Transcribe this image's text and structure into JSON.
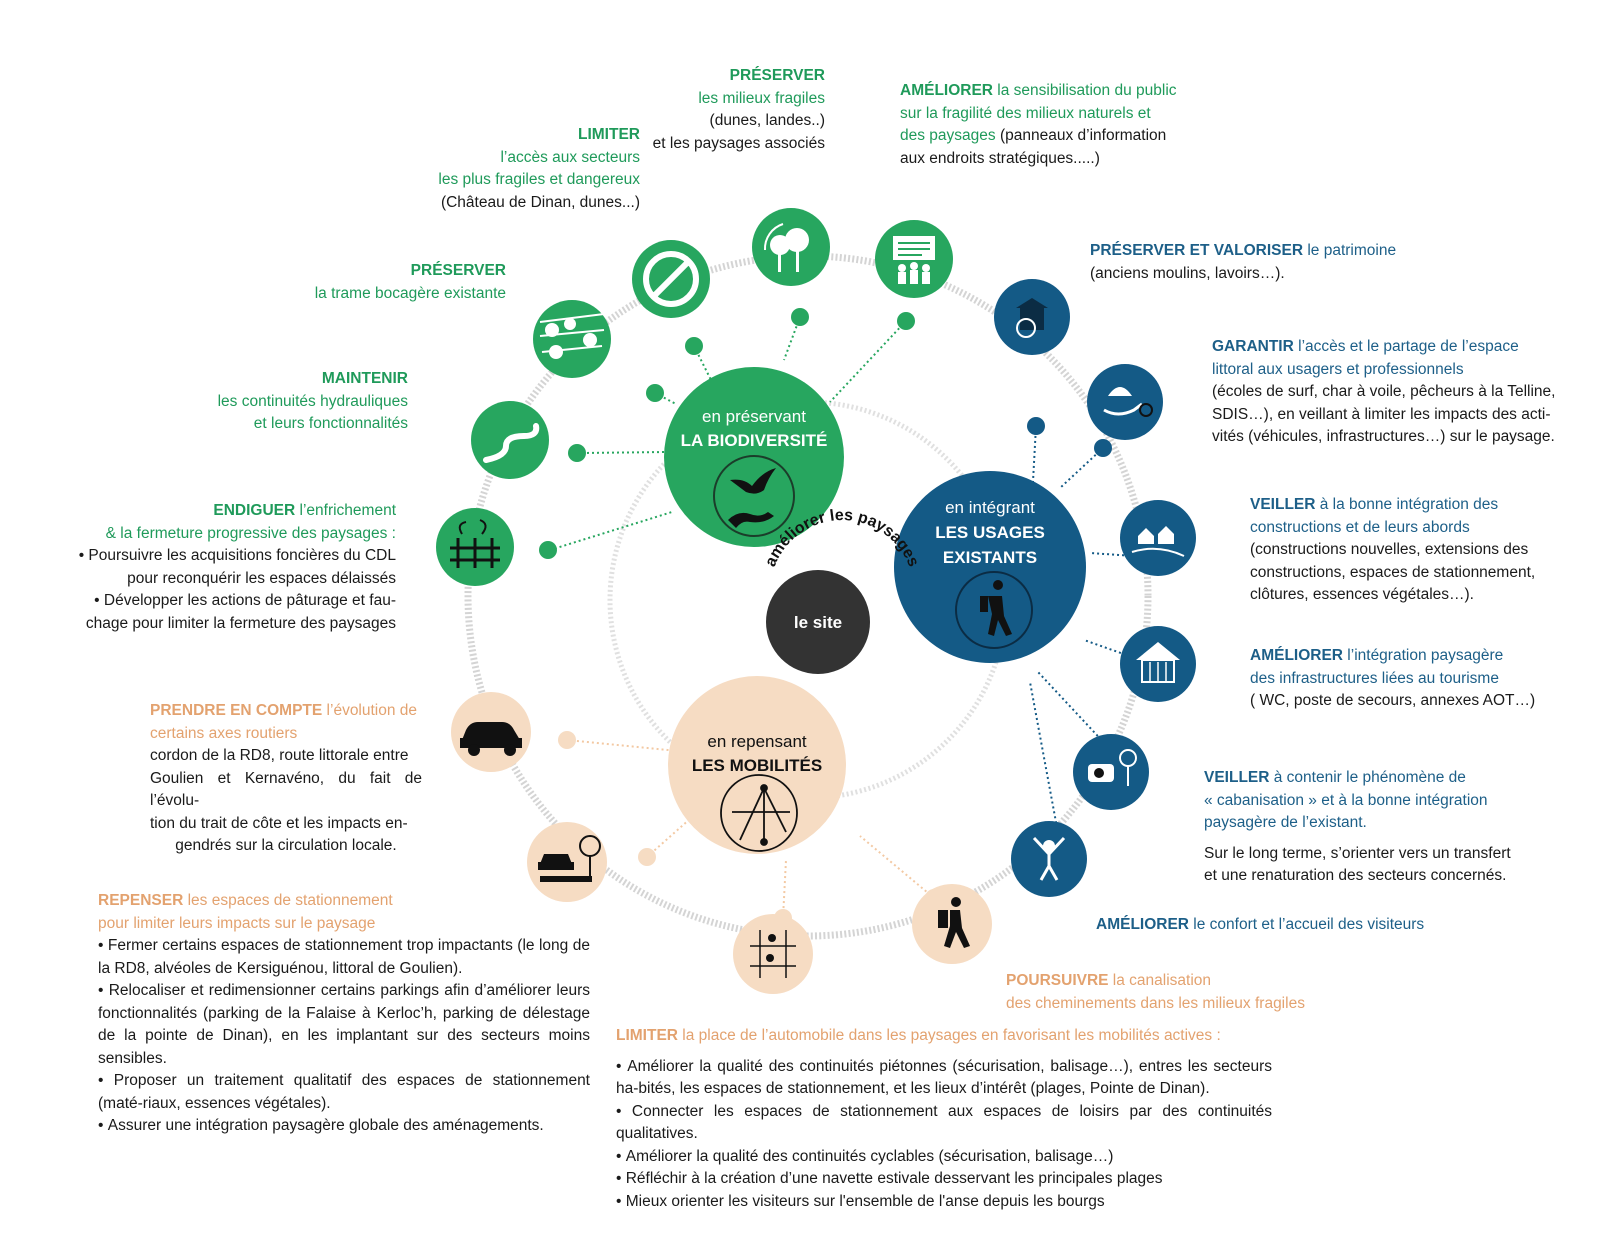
{
  "hubs": {
    "biodiversity": {
      "line1": "en préservant",
      "line2": "LA BIODIVERSITÉ"
    },
    "usages": {
      "line1": "en intégrant",
      "line2": "LES USAGES",
      "line3": "EXISTANTS"
    },
    "mobility": {
      "line1": "en repensant",
      "line2": "LES MOBILITÉS"
    },
    "center": {
      "arc_text": "améliorer les paysages",
      "label": "le site"
    }
  },
  "colors": {
    "green": "#27a65f",
    "blue": "#145a86",
    "peach": "#f6dcc3",
    "dark": "#333333",
    "ring": "#c8c8c8"
  },
  "icons": [
    "forbidden-icon",
    "trees-cycle-icon",
    "information-board-icon",
    "hedgerow-landscape-icon",
    "river-icon",
    "fence-plants-icon",
    "mill-icon",
    "shellfish-hand-icon",
    "houses-landscape-icon",
    "cabin-icon",
    "caravan-trees-icon",
    "cheerful-person-icon",
    "hiker-icon",
    "car-icon",
    "parking-tree-icon",
    "bike-walk-routes-icon",
    "bird-lizard-icon",
    "backpacker-icon",
    "arrows-network-icon"
  ],
  "green_items": {
    "preserver_milieux": {
      "kw": "PRÉSERVER",
      "l1": "les milieux fragiles",
      "l2": "(dunes, landes..)",
      "l3": "et les paysages associés"
    },
    "ameliorer_sensibilisation": {
      "kw": "AMÉLIORER",
      "l1rest": " la sensibilisation du public",
      "l2": "sur la fragilité des milieux naturels et",
      "l3": "des paysages",
      "l3rest": " (panneaux d’information",
      "l4": "aux endroits stratégiques.....)"
    },
    "limiter_acces": {
      "kw": "LIMITER",
      "l1": "l’accès aux secteurs",
      "l2": "les plus fragiles et dangereux",
      "l3": "(Château de Dinan, dunes...)"
    },
    "preserver_trame": {
      "kw": "PRÉSERVER",
      "l1": "la trame bocagère existante"
    },
    "maintenir": {
      "kw": "MAINTENIR",
      "l1": "les continuités hydrauliques",
      "l2": "et leurs fonctionnalités"
    },
    "endiguer": {
      "kw": "ENDIGUER",
      "l1rest": " l’enfrichement",
      "l2": "& la fermeture progressive des paysages :",
      "b1": "Poursuivre les acquisitions foncières du CDL",
      "b1b": "pour reconquérir les espaces délaissés",
      "b2": "Développer les actions de pâturage et fau-",
      "b2b": "chage pour limiter la fermeture des paysages"
    }
  },
  "blue_items": {
    "preserver_valoriser": {
      "kw": "PRÉSERVER ET VALORISER",
      "rest": " le patrimoine",
      "l2": "(anciens moulins, lavoirs…)."
    },
    "garantir": {
      "kw": "GARANTIR",
      "rest": " l’accès et le partage de l’espace",
      "l2": "littoral aux usagers et professionnels",
      "l3": "(écoles de surf, char à voile, pêcheurs à la Telline,",
      "l4": "SDIS…), en veillant à limiter les impacts des acti-",
      "l5": "vités (véhicules, infrastructures…) sur le paysage."
    },
    "veiller_constructions": {
      "kw": "VEILLER",
      "rest": " à la bonne intégration des",
      "l2": "constructions et de leurs abords",
      "l3": "(constructions nouvelles, extensions des",
      "l4": "constructions, espaces de stationnement,",
      "l5": "clôtures, essences végétales…)."
    },
    "ameliorer_integration": {
      "kw": "AMÉLIORER",
      "rest": " l’intégration paysagère",
      "l2": "des infrastructures liées au tourisme",
      "l3": "( WC, poste de secours, annexes AOT…)"
    },
    "veiller_cabanisation": {
      "kw": "VEILLER",
      "rest": " à contenir le phénomène de",
      "l2": "« cabanisation » et à la bonne intégration",
      "l3": "paysagère de l’existant.",
      "l4": "Sur le long terme, s’orienter vers un transfert",
      "l5": "et une renaturation des secteurs concernés."
    },
    "ameliorer_confort": {
      "kw": "AMÉLIORER",
      "rest": " le confort et l’accueil des visiteurs"
    }
  },
  "orange_items": {
    "prendre_en_compte": {
      "kw": "PRENDRE EN COMPTE",
      "rest": " l’évolution de",
      "l2": "certains axes routiers",
      "l3": "cordon de la RD8, route littorale entre",
      "l4": "Goulien et Kernavéno, du fait de l’évolu-",
      "l5": "tion du trait de côte et les impacts en-",
      "l6": "gendrés sur la circulation locale."
    },
    "repenser": {
      "kw": "REPENSER",
      "rest": " les espaces de stationnement",
      "l2": "pour limiter leurs impacts sur le paysage",
      "bullets": [
        "Fermer certains espaces de stationnement trop impactants (le long de la RD8, alvéoles de Kersiguénou, littoral de Goulien).",
        "Relocaliser et redimensionner certains parkings afin d’améliorer leurs fonctionnalités (parking de la Falaise à Kerloc’h, parking de délestage de la pointe de Dinan), en les implantant sur des secteurs moins sensibles.",
        "Proposer un traitement qualitatif des espaces de stationnement (maté-riaux, essences végétales).",
        "Assurer une intégration paysagère globale des aménagements."
      ]
    },
    "poursuivre": {
      "kw": "POURSUIVRE",
      "rest": " la canalisation",
      "l2": "des cheminements dans les milieux fragiles"
    },
    "limiter_auto": {
      "kw": "LIMITER",
      "rest": " la place de l’automobile dans les paysages en favorisant les mobilités actives :",
      "bullets": [
        "Améliorer la qualité des continuités piétonnes (sécurisation, balisage…), entres les secteurs ha-bités, les espaces de stationnement, et les lieux d’intérêt (plages, Pointe de Dinan).",
        "Connecter les espaces de stationnement aux espaces de loisirs par des continuités qualitatives.",
        "Améliorer la qualité des continuités cyclables (sécurisation, balisage…)",
        "Réfléchir à la création d’une navette estivale desservant les principales plages",
        "Mieux orienter les visiteurs sur l'ensemble de l'anse depuis les bourgs"
      ]
    }
  }
}
